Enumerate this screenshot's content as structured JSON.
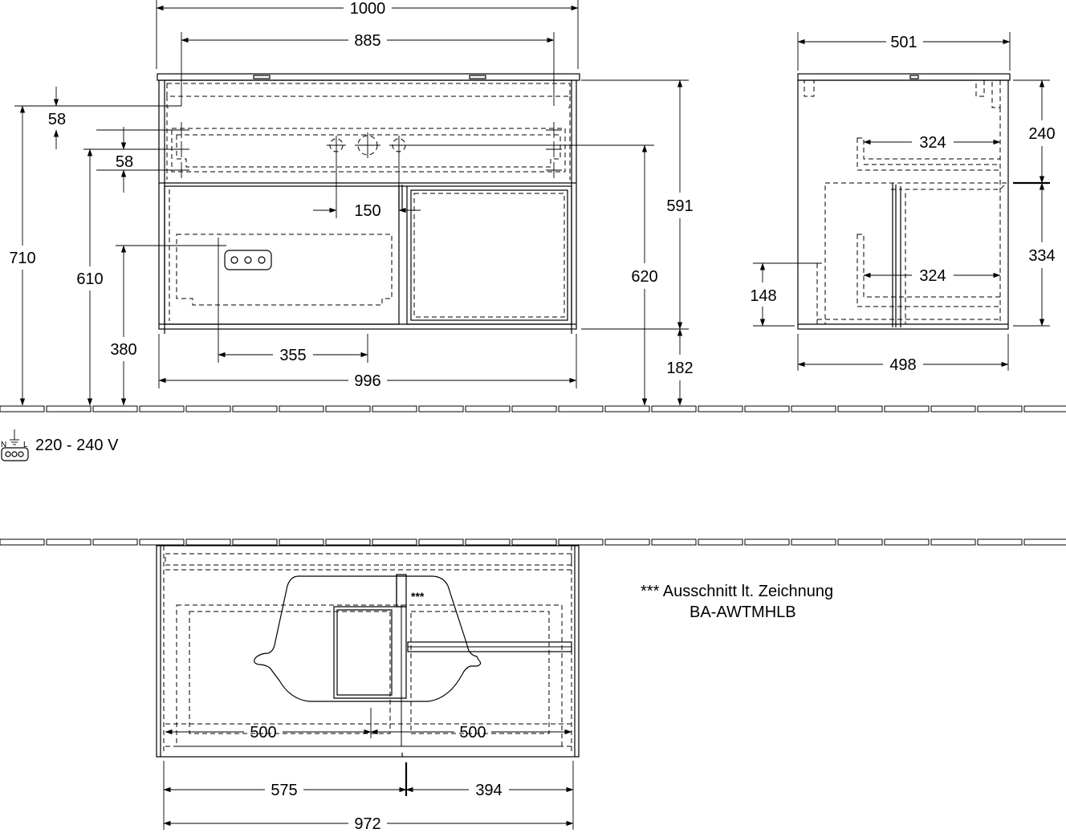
{
  "front_view": {
    "width_overall": "1000",
    "width_inner": "885",
    "offset_top": "58",
    "offset_second": "58",
    "height_710": "710",
    "height_610": "610",
    "height_380": "380",
    "tap_spacing": "150",
    "socket_offset": "355",
    "width_body": "996",
    "height_591": "591",
    "height_620": "620",
    "height_182": "182"
  },
  "side_view": {
    "depth_top": "501",
    "depth_bottom": "498",
    "drawer_top": "324",
    "drawer_bottom": "324",
    "height_240": "240",
    "height_334": "334",
    "height_148": "148"
  },
  "power": {
    "symbol_n": "N",
    "symbol_l": "L",
    "voltage": "220 - 240 V"
  },
  "top_view": {
    "stars": "***",
    "half_left": "500",
    "half_right": "500",
    "width_575": "575",
    "width_394": "394",
    "width_972": "972"
  },
  "note": {
    "line1": "*** Ausschnitt lt. Zeichnung",
    "line2": "BA-AWTMHLB"
  }
}
